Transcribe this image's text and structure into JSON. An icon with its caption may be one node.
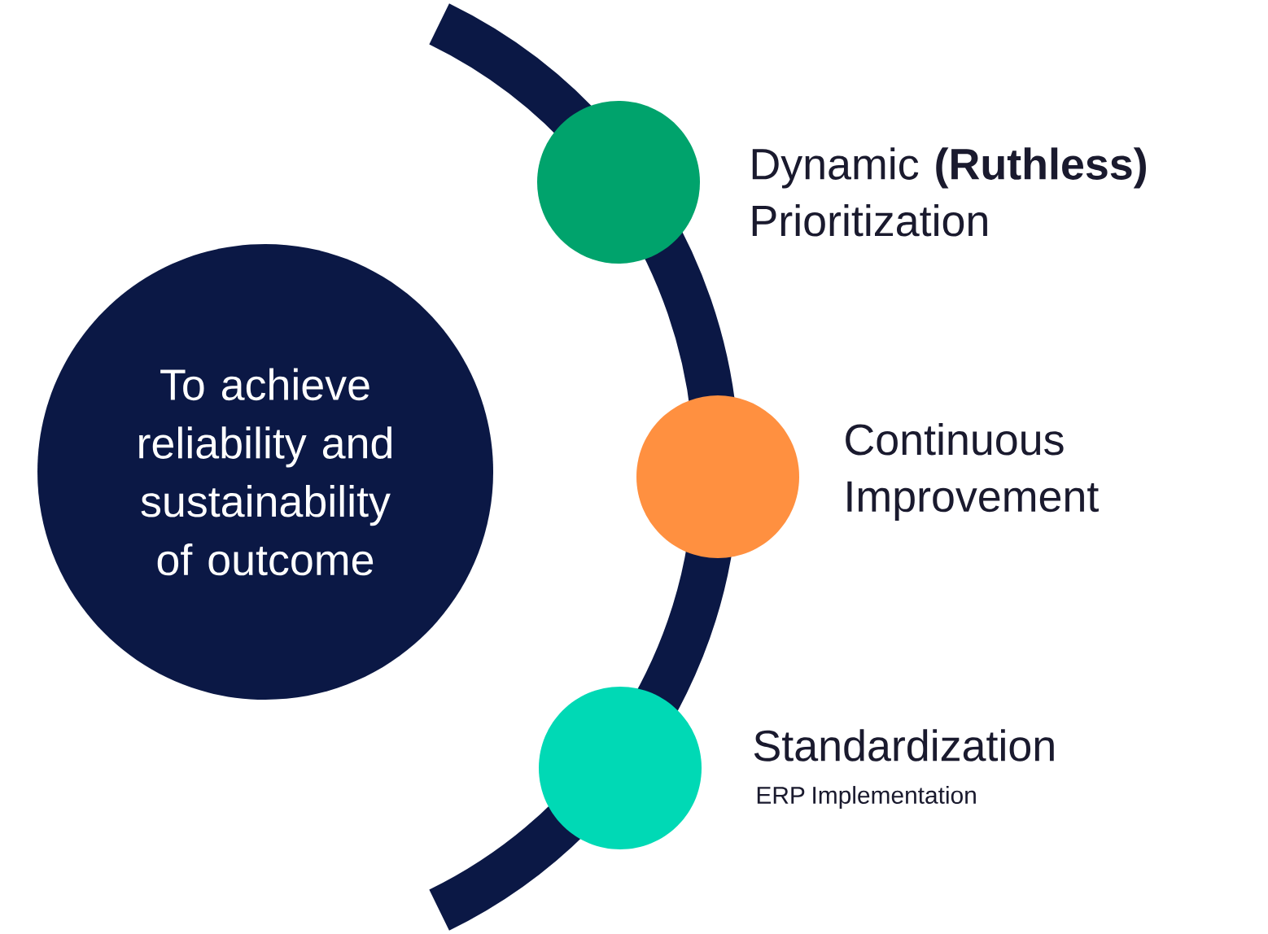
{
  "diagram": {
    "nodes": [
      {
        "text": [
          "To achieve reliability and sustainability of outcome"
        ]
      },
      {
        "text": [],
        "shape": "circle",
        "beside": [
          "Dynamic **(Ruthless)** Prioritization"
        ]
      },
      {
        "text": [],
        "shape": "circle",
        "beside": [
          "Continuous Improvement"
        ]
      },
      {
        "text": [],
        "shape": "circle",
        "beside": [
          "Standardization",
          "ERP Implementation"
        ]
      }
    ]
  }
}
